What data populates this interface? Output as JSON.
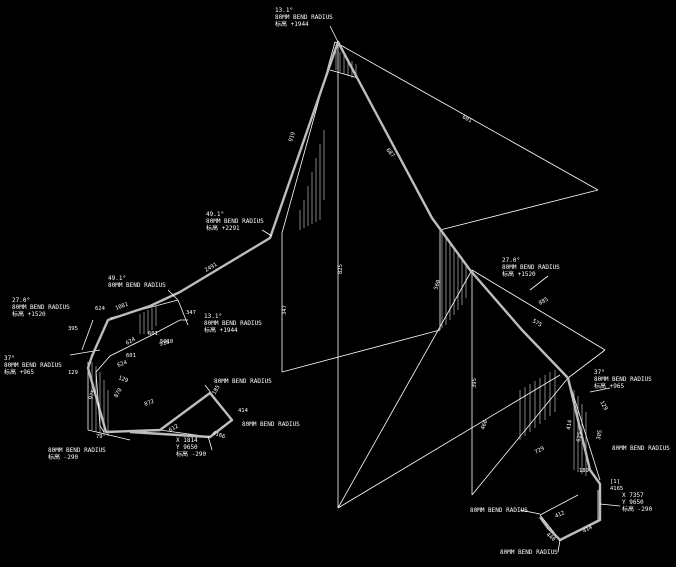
{
  "drawing": {
    "bend_labels": [
      {
        "angle": "13.1°",
        "radius": "80MM BEND RADIUS",
        "elevation": "标高 +1944"
      },
      {
        "angle": "49.1°",
        "radius": "80MM BEND RADIUS",
        "elevation": "标高 +2291"
      },
      {
        "angle": "49.1°",
        "radius": "80MM BEND RADIUS",
        "elevation": ""
      },
      {
        "angle": "13.1°",
        "radius": "80MM BEND RADIUS",
        "elevation": "标高 +1944"
      },
      {
        "angle": "27.0°",
        "radius": "80MM BEND RADIUS",
        "elevation": "标高 +1520"
      },
      {
        "angle": "37°",
        "radius": "80MM BEND RADIUS",
        "elevation": "标高 +965"
      },
      {
        "angle": "",
        "radius": "80MM BEND RADIUS",
        "elevation": "标高 -290"
      },
      {
        "angle": "",
        "radius": "80MM BEND RADIUS",
        "elevation": ""
      },
      {
        "angle": "",
        "radius": "80MM BEND RADIUS",
        "elevation": ""
      },
      {
        "angle": "27.0°",
        "radius": "80MM BEND RADIUS",
        "elevation": "标高 +1520"
      },
      {
        "angle": "37°",
        "radius": "80MM BEND RADIUS",
        "elevation": "标高 +965"
      },
      {
        "angle": "",
        "radius": "80MM BEND RADIUS",
        "elevation": ""
      },
      {
        "angle": "",
        "radius": "80MM BEND RADIUS",
        "elevation": ""
      },
      {
        "angle": "",
        "radius": "80MM BEND RADIUS",
        "elevation": ""
      }
    ],
    "coordinate_labels": [
      {
        "x": "X 1814",
        "y": "Y 9650",
        "elev": "标高 -290"
      },
      {
        "x": "X 7357",
        "y": "Y 9650",
        "elev": "标高 -290"
      }
    ],
    "dimensions": {
      "d601": "601",
      "d687": "687",
      "d919": "919",
      "d2491": "2491",
      "d825": "825",
      "d347a": "347",
      "d347b": "347",
      "d1081": "1081",
      "d624a": "624",
      "d624b": "624",
      "d624c": "624",
      "d395": "395",
      "d601b": "601",
      "d918": "918",
      "d129a": "129",
      "d129b": "129",
      "d975": "975",
      "d870": "870",
      "d872": "872",
      "d612": "612",
      "d185": "185",
      "d414a": "414",
      "d4166": "4166",
      "d79": "79",
      "d5910": "5910",
      "d560": "560",
      "d395b": "395",
      "d460": "460",
      "d729": "729",
      "d575": "575",
      "d885": "885",
      "d129c": "129",
      "d414b": "414",
      "d305": "305",
      "d625": "625",
      "d189": "189",
      "d1": "[1]",
      "d4165": "4165",
      "d412": "412",
      "d414c": "414",
      "d440": "440"
    }
  }
}
